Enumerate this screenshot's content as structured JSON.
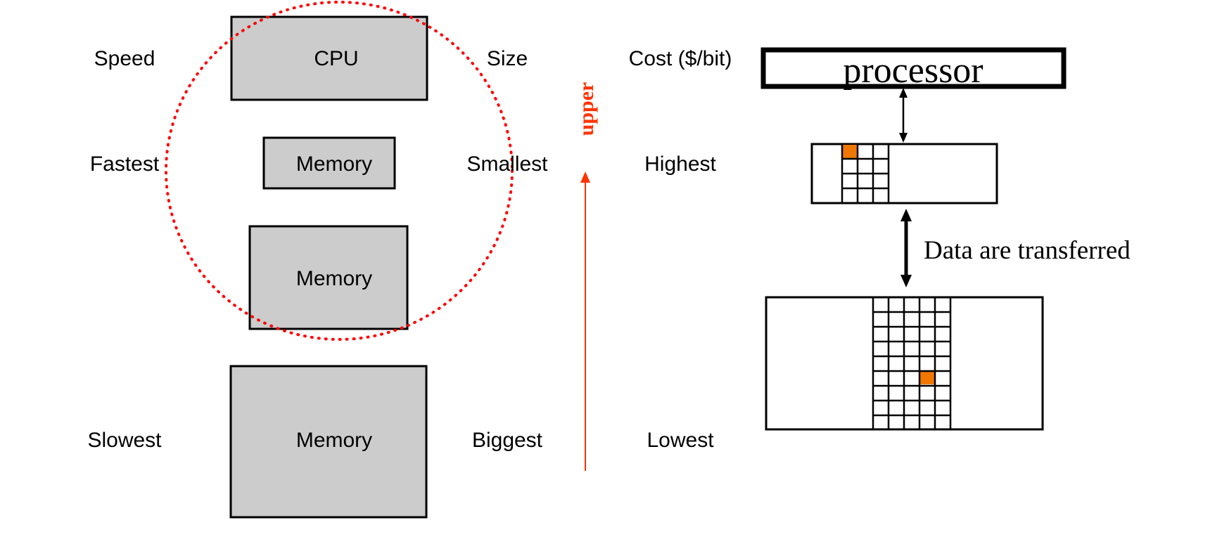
{
  "columns": {
    "speed": {
      "header": "Speed",
      "top": "Fastest",
      "bottom": "Slowest"
    },
    "size": {
      "header": "Size",
      "top": "Smallest",
      "bottom": "Biggest"
    },
    "cost": {
      "header": "Cost ($/bit)",
      "top": "Highest",
      "bottom": "Lowest"
    }
  },
  "hierarchy": {
    "cpu": "CPU",
    "level1": "Memory",
    "level2": "Memory",
    "level3": "Memory"
  },
  "arrow_label": "upper",
  "right": {
    "processor": "processor",
    "transfer_label": "Data are transferred"
  },
  "colors": {
    "box_fill": "#cccccc",
    "highlight": "#ff0000",
    "arrow": "#ff3300",
    "cell": "#f07800"
  }
}
